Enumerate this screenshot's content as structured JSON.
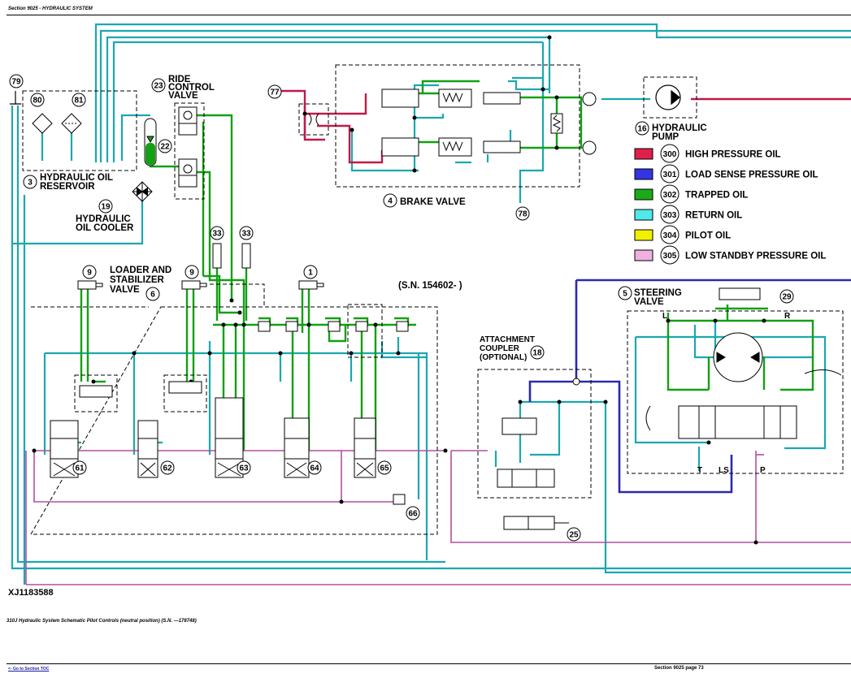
{
  "header": {
    "section_title": "Section 9025 - HYDRAULIC SYSTEM"
  },
  "labels": {
    "ride_control_valve": [
      "RIDE",
      "CONTROL",
      "VALVE"
    ],
    "hydraulic_oil_reservoir": [
      "HYDRAULIC OIL",
      "RESERVOIR"
    ],
    "hydraulic_oil_cooler": [
      "HYDRAULIC",
      "OIL COOLER"
    ],
    "brake_valve": "BRAKE VALVE",
    "hydraulic_pump": [
      "HYDRAULIC",
      "PUMP"
    ],
    "loader_stabilizer_valve": [
      "LOADER AND",
      "STABILIZER",
      "VALVE"
    ],
    "serial_note": "(S.N. 154602- )",
    "attachment_coupler": [
      "ATTACHMENT",
      "COUPLER",
      "(OPTIONAL)"
    ],
    "steering_valve": [
      "STEERING",
      "VALVE"
    ],
    "port_l": "L",
    "port_r": "R",
    "port_t": "T",
    "port_ls": "LS",
    "port_p": "P"
  },
  "callouts": [
    "79",
    "80",
    "81",
    "23",
    "22",
    "3",
    "19",
    "77",
    "4",
    "78",
    "16",
    "33",
    "33",
    "9",
    "9",
    "6",
    "1",
    "5",
    "29",
    "18",
    "61",
    "62",
    "63",
    "64",
    "65",
    "66",
    "25"
  ],
  "legend": [
    {
      "num": "300",
      "label": "HIGH PRESSURE OIL",
      "color": "#e0204a"
    },
    {
      "num": "301",
      "label": "LOAD SENSE PRESSURE OIL",
      "color": "#3434e0"
    },
    {
      "num": "302",
      "label": "TRAPPED OIL",
      "color": "#1aaa1a"
    },
    {
      "num": "303",
      "label": "RETURN OIL",
      "color": "#50e8e8"
    },
    {
      "num": "304",
      "label": "PILOT OIL",
      "color": "#f0f000"
    },
    {
      "num": "305",
      "label": "LOW STANDBY PRESSURE OIL",
      "color": "#f0b0e0"
    }
  ],
  "line_colors": {
    "return": "#1aa8b0",
    "trapped": "#13a013",
    "high_pressure": "#c0194a",
    "load_sense": "#2a2ab0",
    "low_standby": "#b050a0"
  },
  "figure_id": "XJ1183588",
  "caption": "310J Hydraulic System Schematic Pilot Controls (neutral position) (S.N. —178748)",
  "footer": {
    "toc_link": "<- Go to Section TOC",
    "page": "Section 9025 page 73"
  }
}
